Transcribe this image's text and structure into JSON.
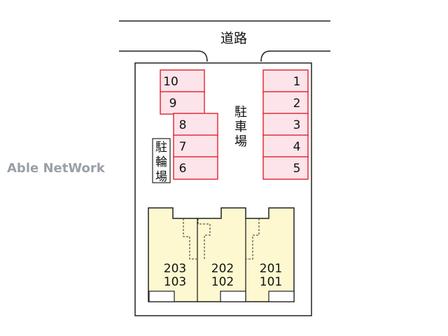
{
  "road": {
    "label": "道路"
  },
  "parking": {
    "label_chars": [
      "駐",
      "車",
      "場"
    ],
    "slots": [
      "10",
      "9",
      "8",
      "7",
      "6",
      "1",
      "2",
      "3",
      "4",
      "5"
    ],
    "fill": "#fde3ea",
    "stroke": "#e0303a"
  },
  "bicycle_parking": {
    "label_chars": [
      "駐",
      "輪",
      "場"
    ]
  },
  "building": {
    "fill": "#fdf8cf",
    "units": [
      {
        "upper": "203",
        "lower": "103"
      },
      {
        "upper": "202",
        "lower": "102"
      },
      {
        "upper": "201",
        "lower": "101"
      }
    ]
  },
  "watermark": "Able NetWork"
}
